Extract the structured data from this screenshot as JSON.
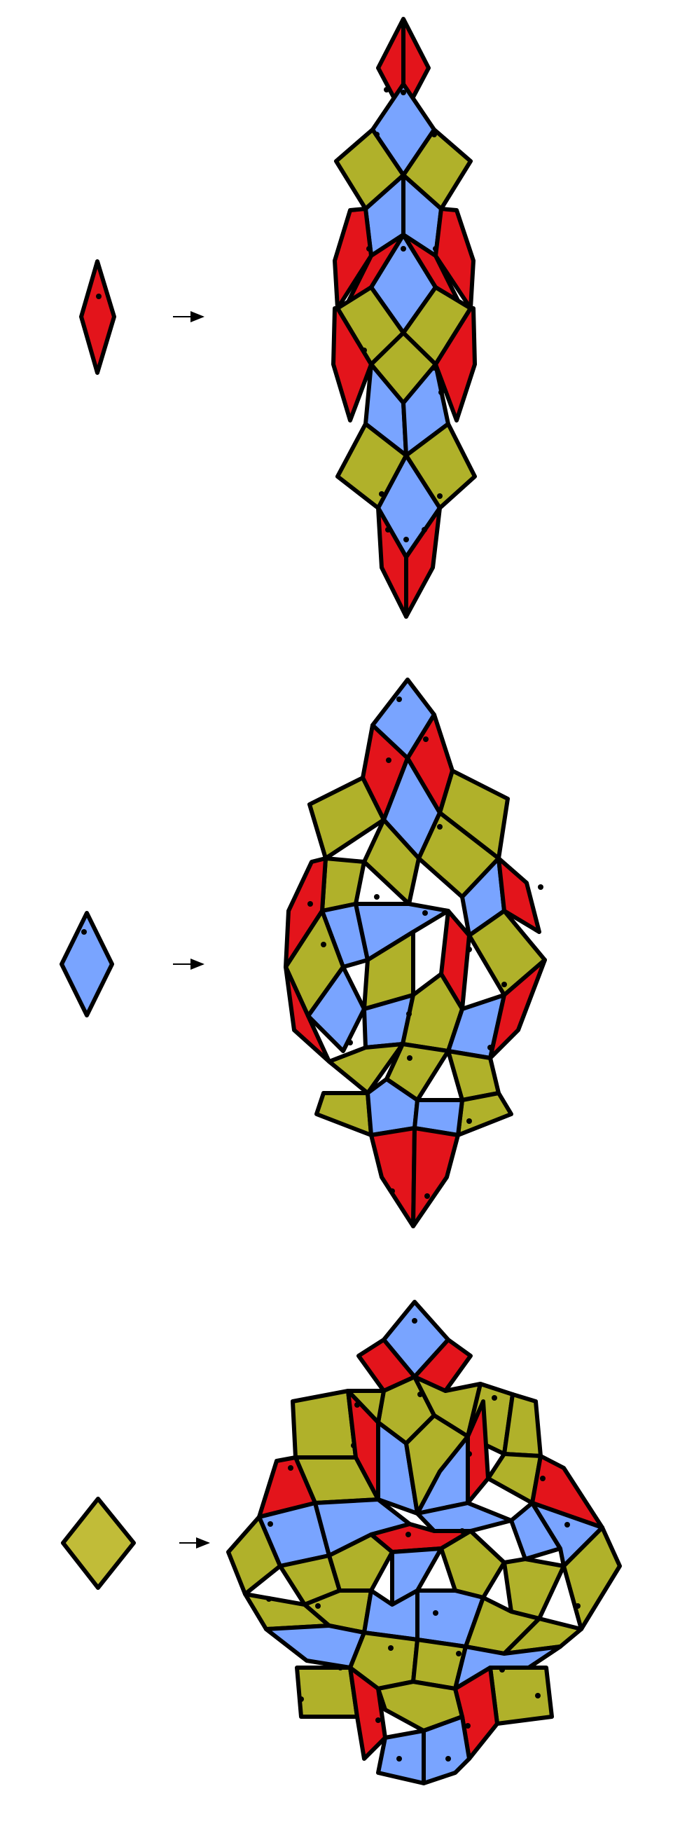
{
  "figure": {
    "colors": {
      "red": "#e3141b",
      "blue": "#79a4ff",
      "olive": "#b0b12a",
      "olive_light": "#c1bc38",
      "stroke": "#000000",
      "background": "#ffffff"
    },
    "rules": [
      {
        "id": "red",
        "prototile": "thin-rhombus",
        "prototile_color": "red",
        "arrow": "right-arrow",
        "tile_counts": {
          "red": 10,
          "blue": 9,
          "olive": 8
        }
      },
      {
        "id": "blue",
        "prototile": "medium-rhombus",
        "prototile_color": "blue",
        "arrow": "right-arrow",
        "tile_counts": {
          "red": 10,
          "blue": 16,
          "olive": 16
        }
      },
      {
        "id": "olive",
        "prototile": "square-rhombus",
        "prototile_color": "olive_light",
        "arrow": "right-arrow",
        "tile_counts": {
          "red": 10,
          "blue": 17,
          "olive": 27
        }
      }
    ]
  }
}
